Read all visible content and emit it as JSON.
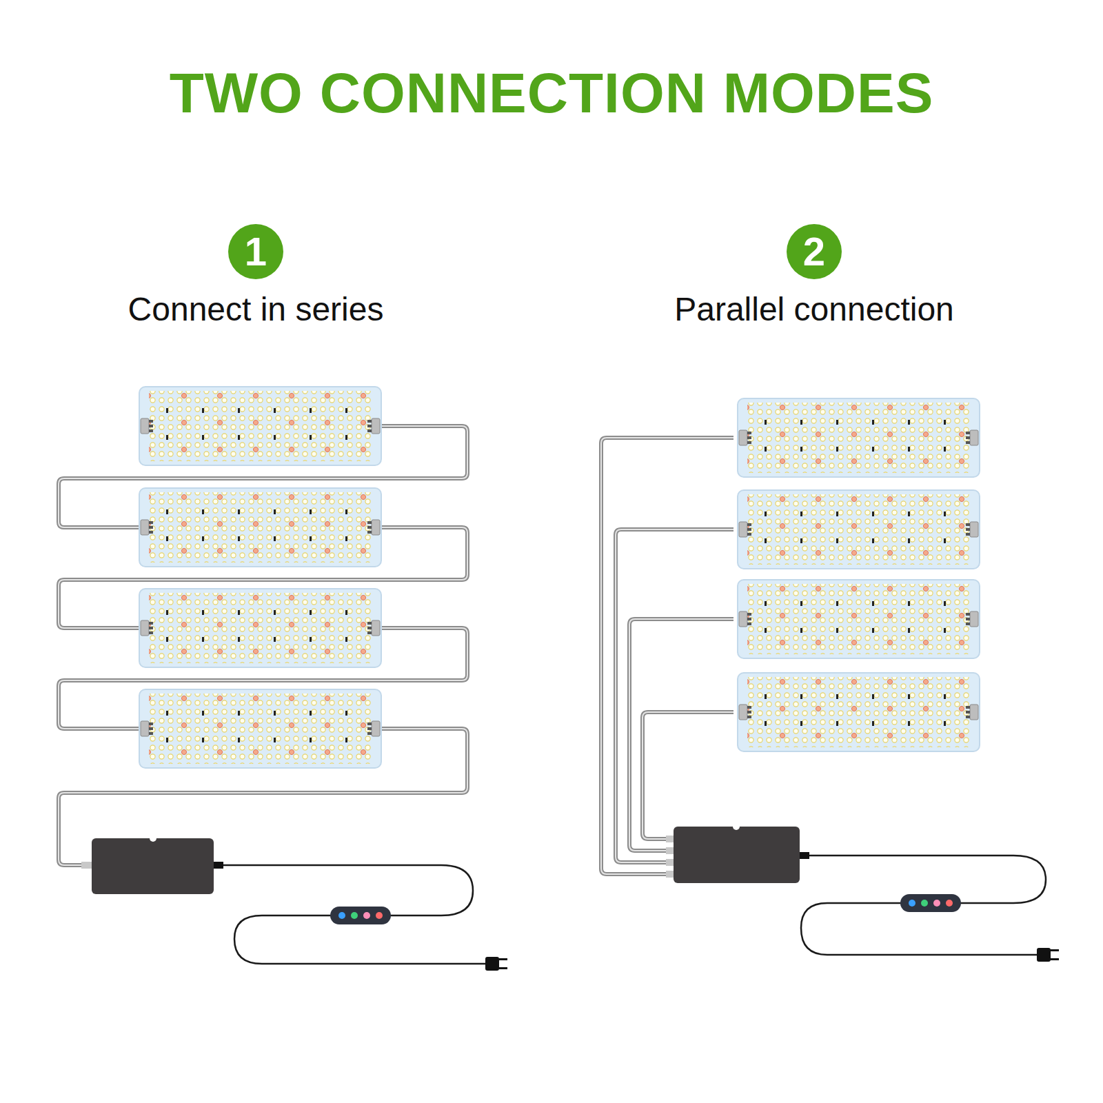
{
  "diagram": {
    "title": "TWO CONNECTION MODES",
    "nodes": [
      {
        "text": [
          "1",
          "Connect in series"
        ]
      },
      {
        "text": [
          "2",
          "Parallel connection"
        ]
      }
    ]
  }
}
